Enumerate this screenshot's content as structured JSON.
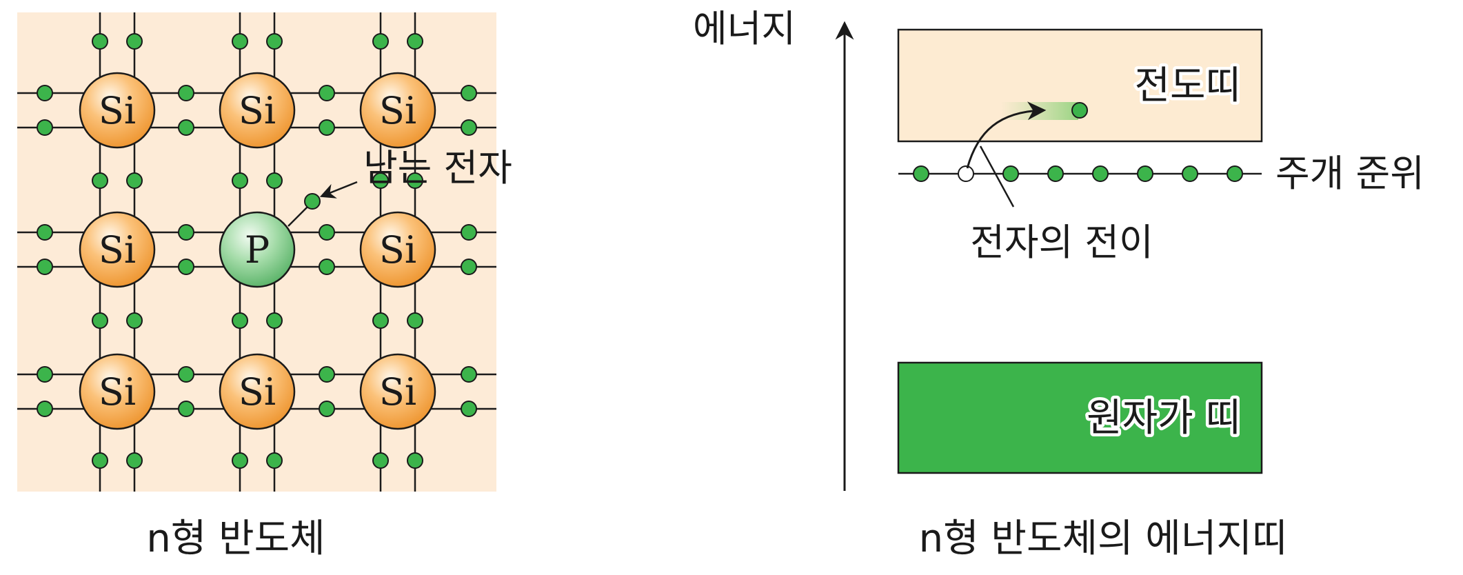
{
  "lattice": {
    "atom_labels": {
      "silicon": "Si",
      "phosphorus": "P"
    },
    "grid": [
      [
        "Si",
        "Si",
        "Si"
      ],
      [
        "Si",
        "P",
        "Si"
      ],
      [
        "Si",
        "Si",
        "Si"
      ]
    ],
    "extra_electron_label": "남는 전자",
    "caption": "n형 반도체"
  },
  "energy_diagram": {
    "axis_label": "에너지",
    "conduction_band_label": "전도띠",
    "donor_level_label": "주개 준위",
    "valence_band_label": "원자가 띠",
    "transition_label": "전자의 전이",
    "donor_level_electrons": 7,
    "donor_level_holes": 1,
    "caption": "n형 반도체의 에너지띠"
  },
  "colors": {
    "lattice_background": "#fdebd7",
    "silicon_atom": "#f5a343",
    "phosphorus_atom": "#7cc88a",
    "electron": "#3cb44b",
    "conduction_band": "#fdebd2",
    "valence_band": "#3cb44b",
    "line": "#1a1a1a"
  }
}
